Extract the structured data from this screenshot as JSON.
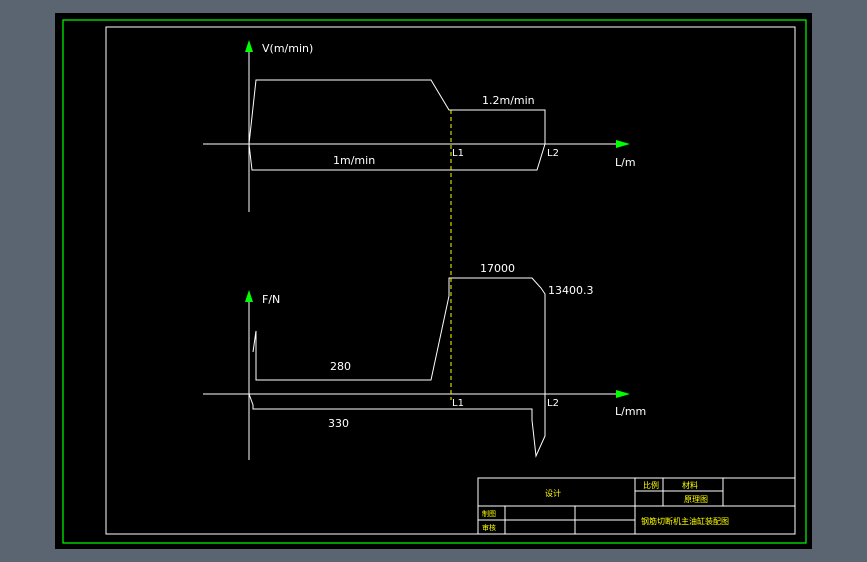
{
  "velocity_graph": {
    "axis_y_label": "V(m/min)",
    "axis_x_label": "L/m",
    "speed_high": "1.2m/min",
    "speed_low": "1m/min",
    "mark_l1": "L1",
    "mark_l2": "L2"
  },
  "force_graph": {
    "axis_y_label": "F/N",
    "axis_x_label": "L/mm",
    "force_peak": "17000",
    "force_end": "13400.3",
    "force_forward": "280",
    "force_return": "330",
    "mark_l1": "L1",
    "mark_l2": "L2"
  },
  "title_block": {
    "drawing_name": "钢筋切断机主油缸装配图",
    "design": "设计",
    "scale": "比例",
    "material": "材料",
    "drawing_type": "原理图",
    "drawn_by": "制图",
    "checked_by": "审核"
  },
  "colors": {
    "background": "#5b6572",
    "sheet": "#000000",
    "border_green": "#00ff00",
    "lines": "#ffffff",
    "dashed": "#ffff00",
    "arrow": "#00ff00",
    "title_text": "#ffff00"
  }
}
